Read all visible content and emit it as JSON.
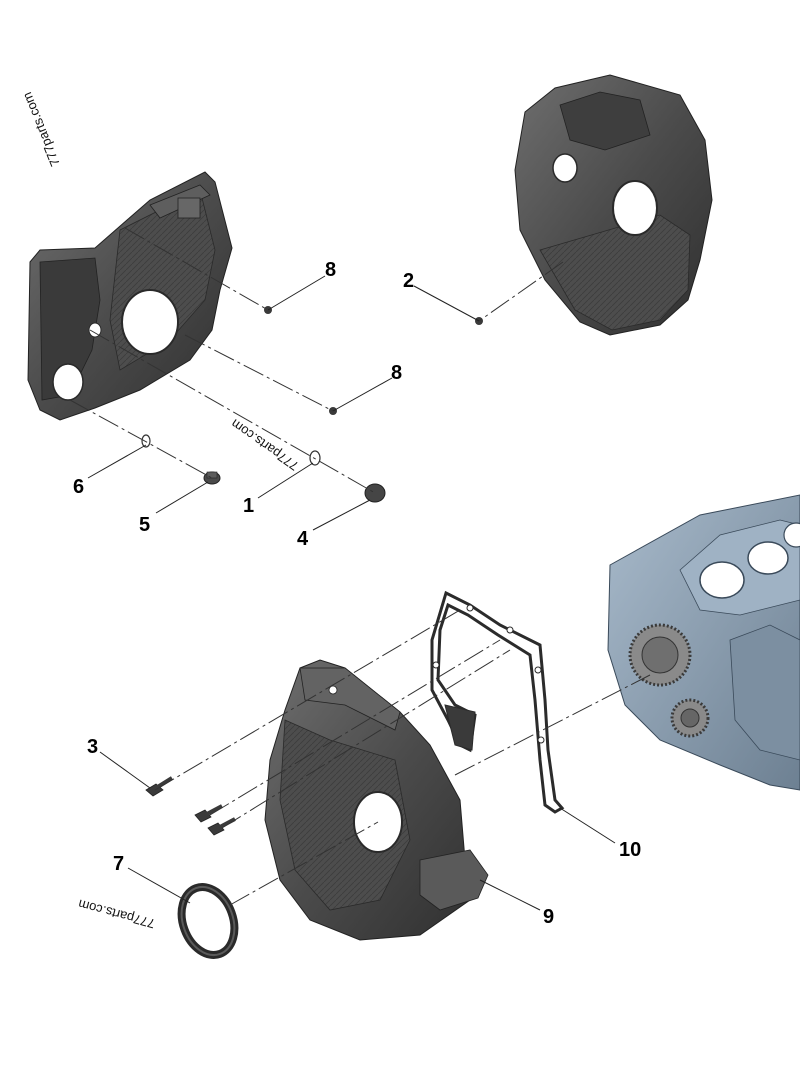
{
  "watermark": "777parts.com",
  "callouts": {
    "c1": "1",
    "c2": "2",
    "c3": "3",
    "c4": "4",
    "c5": "5",
    "c6": "6",
    "c7": "7",
    "c8a": "8",
    "c8b": "8",
    "c9": "9",
    "c10": "10"
  },
  "colors": {
    "housing": "#4a4a4a",
    "housing_dark": "#2e2e2e",
    "housing_light": "#6d6d6d",
    "block": "#8fa2b5",
    "block_dark": "#5c6e80",
    "gasket": "#2b2b2b"
  }
}
